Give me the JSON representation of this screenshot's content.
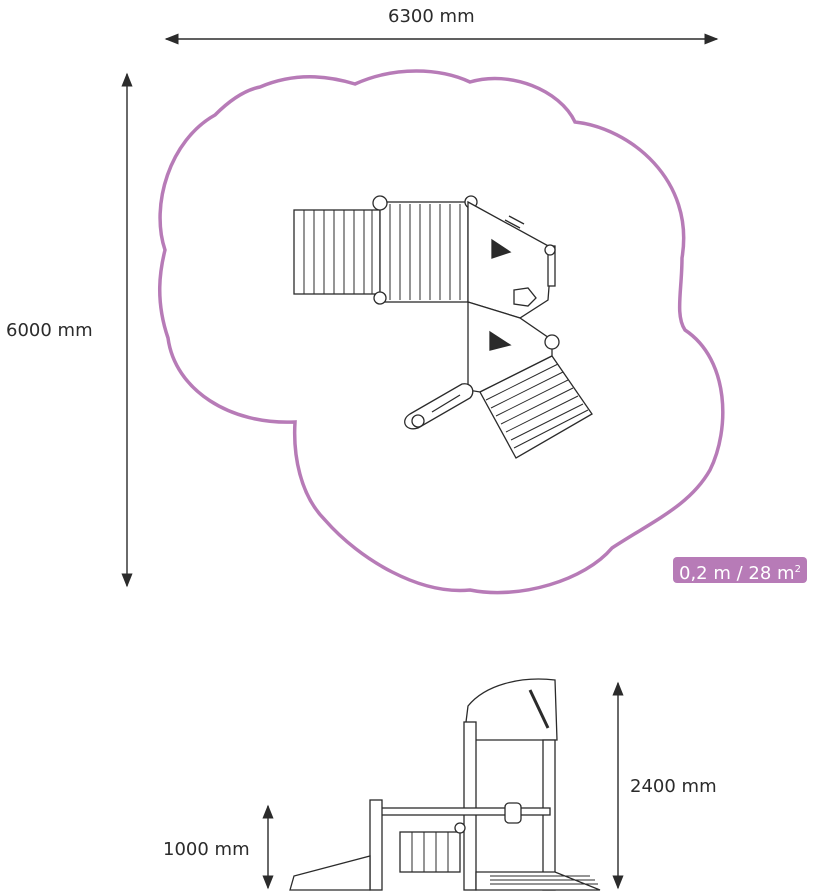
{
  "dimensions": {
    "width": "6300 mm",
    "depth": "6000 mm",
    "height": "2400 mm",
    "platform_height": "1000 mm"
  },
  "safety_zone": {
    "label": "0,2 m / 28 m",
    "superscript": "2"
  },
  "colors": {
    "safety_zone": "#b77bb7",
    "line": "#2b2b2b"
  }
}
